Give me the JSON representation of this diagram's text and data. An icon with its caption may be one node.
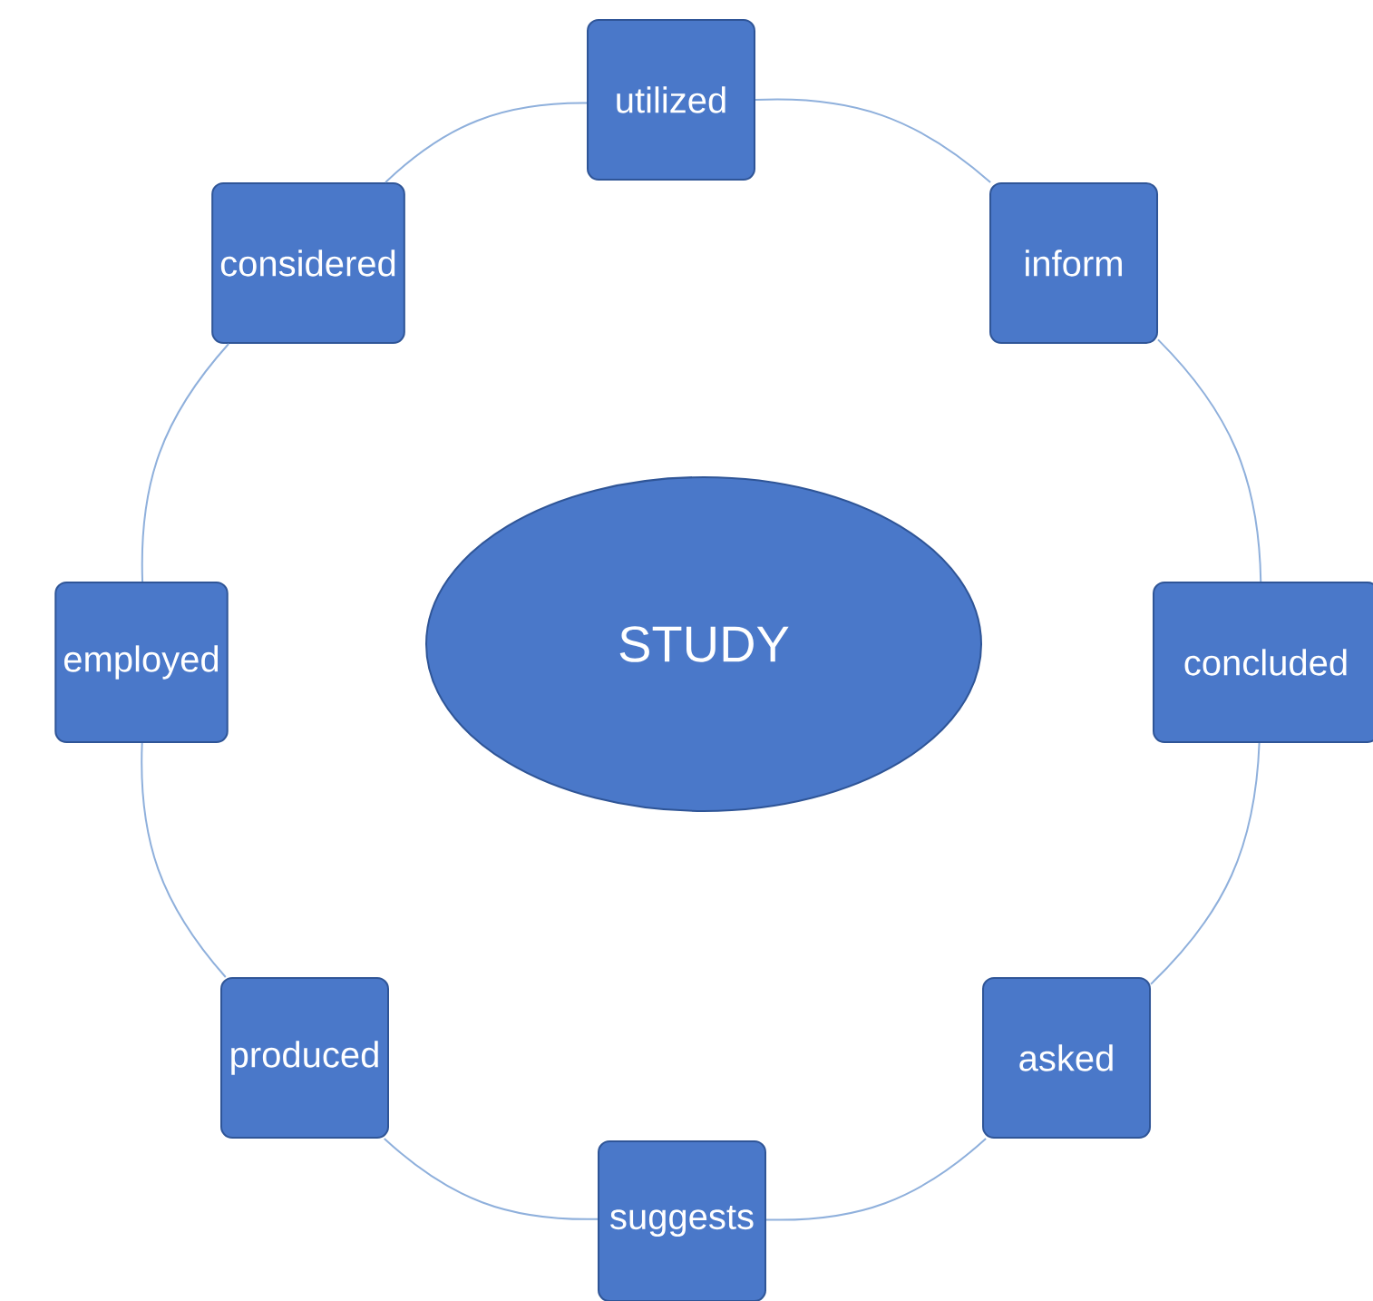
{
  "diagram": {
    "nodes": [
      {
        "text": [
          "utilized"
        ]
      },
      {
        "text": [
          "considered"
        ]
      },
      {
        "text": [
          "inform"
        ]
      },
      {
        "text": [
          "employed"
        ]
      },
      {
        "text": [
          "STUDY"
        ]
      },
      {
        "text": [
          "concluded"
        ]
      },
      {
        "text": [
          "produced"
        ]
      },
      {
        "text": [
          "asked"
        ]
      },
      {
        "text": [
          "suggests"
        ]
      }
    ],
    "edges": [
      {
        "from": 0,
        "to": 2,
        "arrow": "none"
      },
      {
        "from": 2,
        "to": 5,
        "arrow": "none"
      },
      {
        "from": 5,
        "to": 7,
        "arrow": "none"
      },
      {
        "from": 7,
        "to": 8,
        "arrow": "none"
      },
      {
        "from": 8,
        "to": 6,
        "arrow": "none"
      },
      {
        "from": 6,
        "to": 3,
        "arrow": "none"
      },
      {
        "from": 3,
        "to": 1,
        "arrow": "none"
      },
      {
        "from": 1,
        "to": 0,
        "arrow": "none"
      }
    ]
  }
}
